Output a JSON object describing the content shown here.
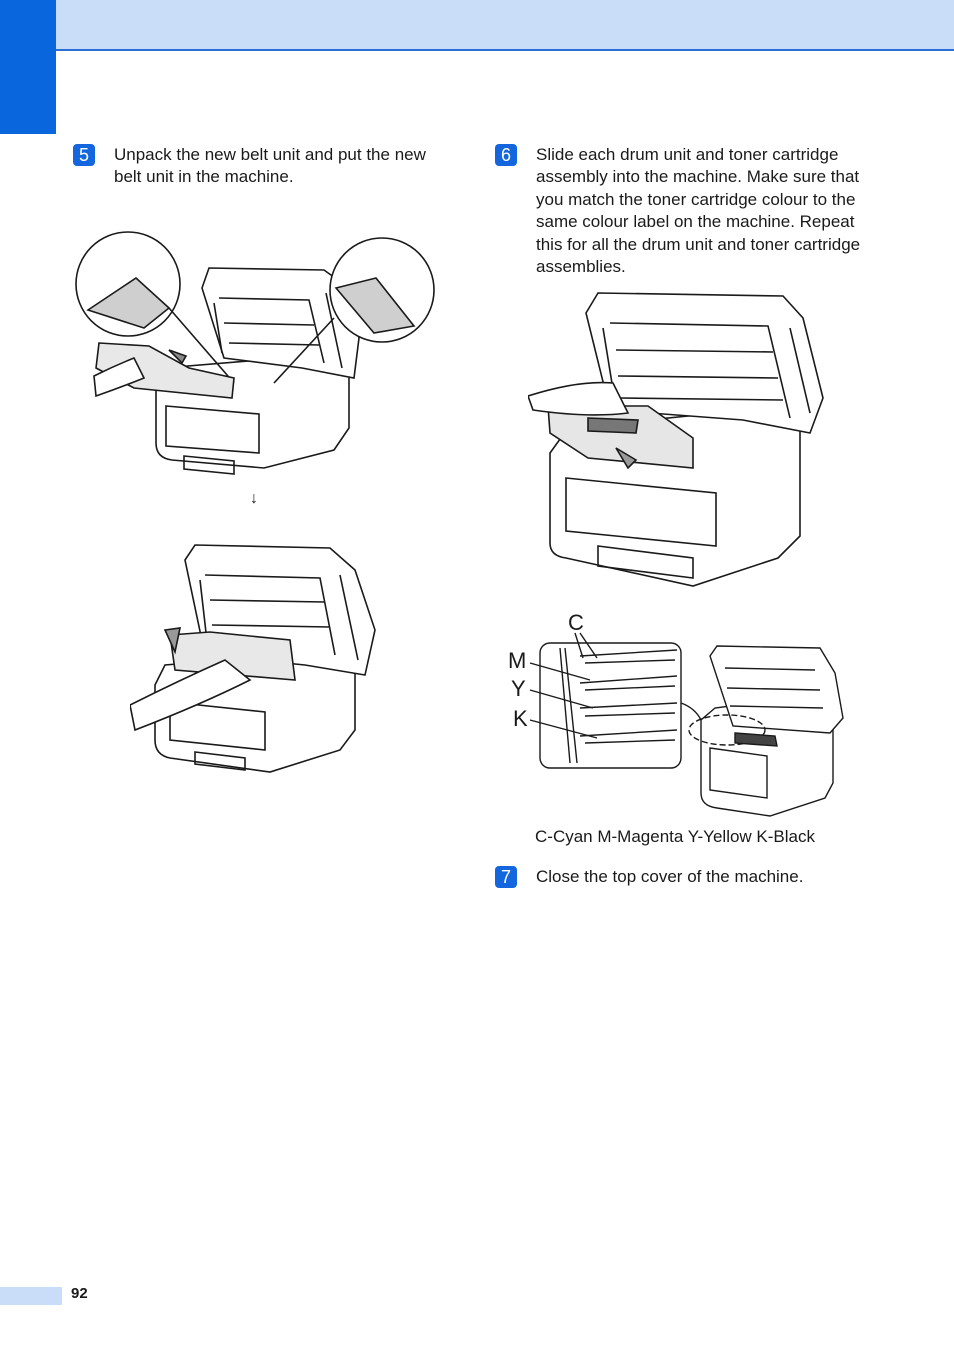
{
  "page": {
    "page_number": "92",
    "colors": {
      "accent": "#0a66dc",
      "header_band": "#c9dcf8"
    }
  },
  "steps": [
    {
      "number": "5",
      "text": "Unpack the new belt unit and put the new belt unit in the machine."
    },
    {
      "number": "6",
      "text": "Slide each drum unit and toner cartridge assembly into the machine. Make sure that you match the toner cartridge colour to the same colour label on the machine. Repeat this for all the drum unit and toner cartridge assemblies."
    },
    {
      "number": "7",
      "text": "Close the top cover of the machine."
    }
  ],
  "figures": {
    "belt_arrow": "↓",
    "colour_labels": {
      "c": "C",
      "m": "M",
      "y": "Y",
      "k": "K"
    },
    "colour_caption": "C-Cyan M-Magenta Y-Yellow K-Black"
  }
}
